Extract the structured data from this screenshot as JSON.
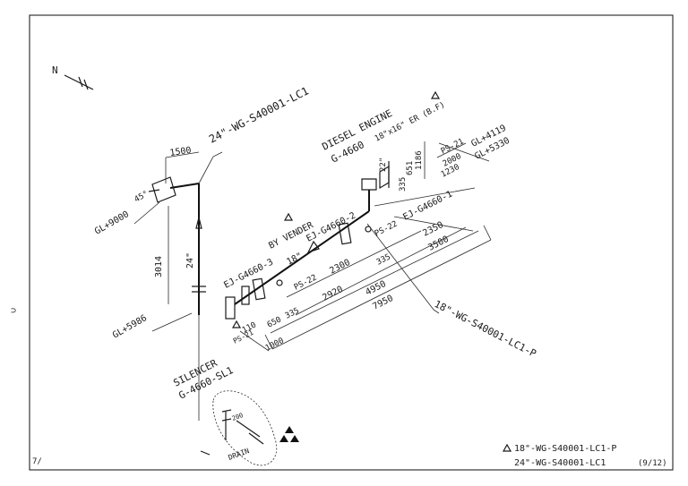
{
  "north_label": "N",
  "labels": {
    "pipe_24_top": "24\"-WG-S40001-LC1",
    "pipe_18_bottom": "18\"-WG-S40001-LC1-P",
    "engine_title": "DIESEL ENGINE",
    "engine_tag": "G-4660",
    "reducer": "18\"x16\" ER (B.F)",
    "by_vender": "BY VENDER",
    "ej_1": "EJ-G4660-1",
    "ej_2": "EJ-G4660-2",
    "ej_3": "EJ-G4660-3",
    "ps_21": "PS-21",
    "ps_22": "PS-22",
    "ps_22b": "PS-22",
    "ps_21b": "PS-21",
    "gl_4119": "GL+4119",
    "gl_5330": "GL+5330",
    "gl_9000": "GL+9000",
    "gl_5986": "GL+5986",
    "angle_45": "45°",
    "size_24": "24\"",
    "size_18": "18\"",
    "size_22": "22\"",
    "silencer_title": "SILENCER",
    "silencer_tag": "G-4660-SL1",
    "drain": "DRAIN",
    "side_mark": "⊃",
    "corner_mark": "7/"
  },
  "dimensions": {
    "d1500": "1500",
    "d3014": "3014",
    "d2000": "2000",
    "d1230": "1230",
    "d1186": "1186",
    "d651": "651",
    "d335a": "335",
    "d2350": "2350",
    "d3500": "3500",
    "d2300": "2300",
    "d335b": "335",
    "d2920": "2920",
    "d4950": "4950",
    "d7950": "7950",
    "d650": "650",
    "d335c": "335",
    "d110": "110",
    "d1000": "1000",
    "d200": "200"
  },
  "legend": {
    "line1": "18\"-WG-S40001-LC1-P",
    "line2": "24\"-WG-S40001-LC1",
    "sheet": "(9/12)"
  }
}
